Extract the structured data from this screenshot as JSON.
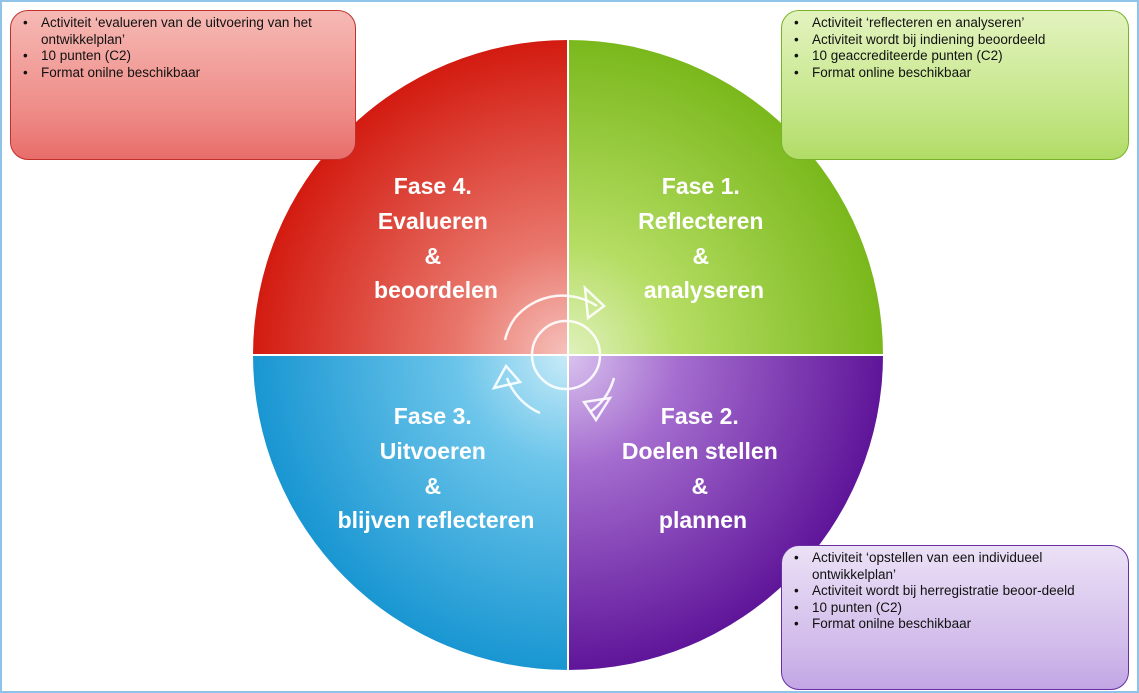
{
  "phases": [
    {
      "id": "fase1",
      "lines": [
        "Fase 1.",
        "Reflecteren",
        "&",
        "analyseren"
      ],
      "color": "#7dbd1e"
    },
    {
      "id": "fase2",
      "lines": [
        "Fase 2.",
        "Doelen stellen",
        "&",
        "plannen"
      ],
      "color": "#6a1fa6"
    },
    {
      "id": "fase3",
      "lines": [
        "Fase 3.",
        "Uitvoeren",
        "&",
        "blijven reflecteren"
      ],
      "color": "#1ea3d8"
    },
    {
      "id": "fase4",
      "lines": [
        "Fase 4.",
        "Evalueren",
        "&",
        "beoordelen"
      ],
      "color": "#d8261b"
    }
  ],
  "callouts": {
    "top_left": {
      "items": [
        "Activiteit ‘evalueren van de uitvoering van  het ontwikkelplan’",
        "10 punten (C2)",
        "Format onilne beschikbaar"
      ]
    },
    "top_right": {
      "items": [
        "Activiteit ‘reflecteren en analyseren’",
        "Activiteit wordt bij indiening beoordeeld",
        "10 geaccrediteerde punten (C2)",
        "Format online beschikbaar"
      ]
    },
    "bottom_right": {
      "items": [
        "Activiteit ‘opstellen van een individueel ontwikkelplan’",
        "Activiteit wordt bij herregistratie beoor-deeld",
        "10 punten (C2)",
        "Format onilne beschikbaar"
      ]
    }
  },
  "icons": {
    "center": "cycle-arrows-icon"
  }
}
